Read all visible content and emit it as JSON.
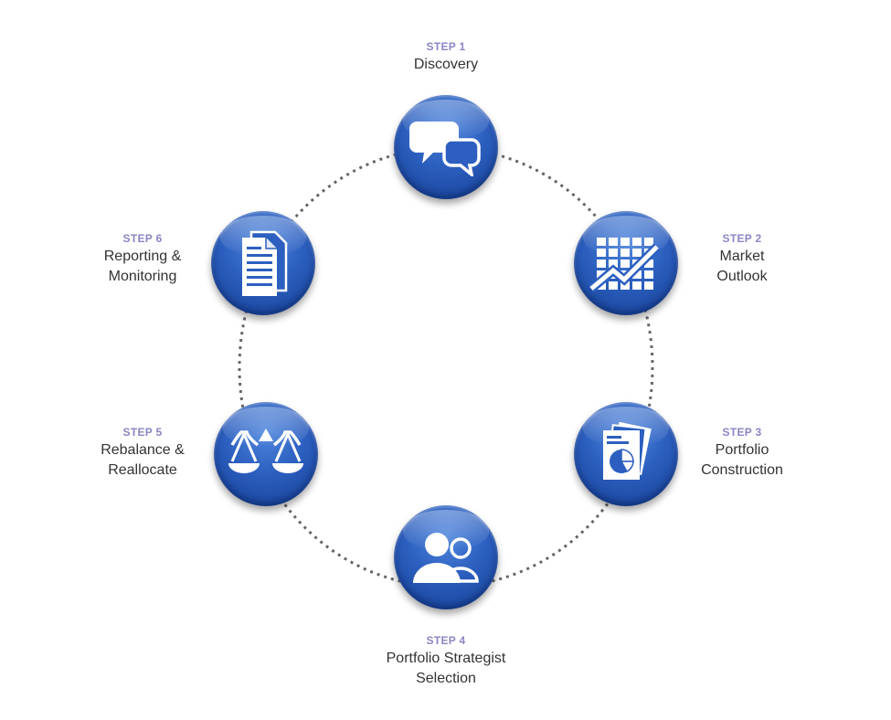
{
  "steps": [
    {
      "step_label": "STEP 1",
      "title": "Discovery",
      "icon": "chat-bubbles-icon"
    },
    {
      "step_label": "STEP 2",
      "title": "Market\nOutlook",
      "icon": "growth-chart-icon"
    },
    {
      "step_label": "STEP 3",
      "title": "Portfolio\nConstruction",
      "icon": "pie-report-icon"
    },
    {
      "step_label": "STEP 4",
      "title": "Portfolio Strategist\nSelection",
      "icon": "people-icon"
    },
    {
      "step_label": "STEP 5",
      "title": "Rebalance &\nReallocate",
      "icon": "balance-scale-icon"
    },
    {
      "step_label": "STEP 6",
      "title": "Reporting &\nMonitoring",
      "icon": "document-icon"
    }
  ],
  "colors": {
    "circle": "#2c5fbf",
    "step_label": "#8a86c4",
    "title": "#333333",
    "connector": "#666666"
  }
}
